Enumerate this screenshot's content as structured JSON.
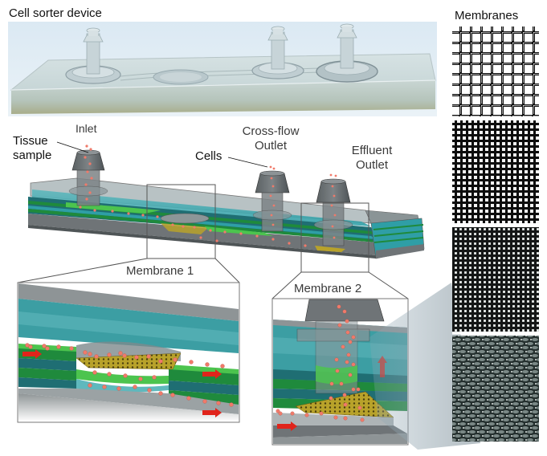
{
  "figure": {
    "photo_title": "Cell sorter device",
    "membranes_title": "Membranes",
    "labels": {
      "inlet": "Inlet",
      "tissue_sample": [
        "Tissue",
        "sample"
      ],
      "cells": "Cells",
      "crossflow_outlet": [
        "Cross-flow",
        "Outlet"
      ],
      "effluent_outlet": [
        "Effluent",
        "Outlet"
      ],
      "membrane1": "Membrane 1",
      "membrane2": "Membrane 2"
    },
    "membrane_panels": [
      {
        "name": "membrane-micrograph-1",
        "pattern": "coarse-open-grid"
      },
      {
        "name": "membrane-micrograph-2",
        "pattern": "dense-mesh"
      },
      {
        "name": "membrane-micrograph-3",
        "pattern": "fine-dense-mesh"
      },
      {
        "name": "membrane-micrograph-4",
        "pattern": "woven-dark-mesh"
      }
    ],
    "colors": {
      "cells": "#f07a6a",
      "teal_layer": "#2f9ea6",
      "dark_teal_layer": "#1f6e73",
      "green_layer": "#1f8a3c",
      "light_green_layer": "#4cc44e",
      "gray_housing": "#6f7477",
      "membrane_gold": "#b8a22a",
      "flow_arrow": "#e0241b"
    }
  }
}
